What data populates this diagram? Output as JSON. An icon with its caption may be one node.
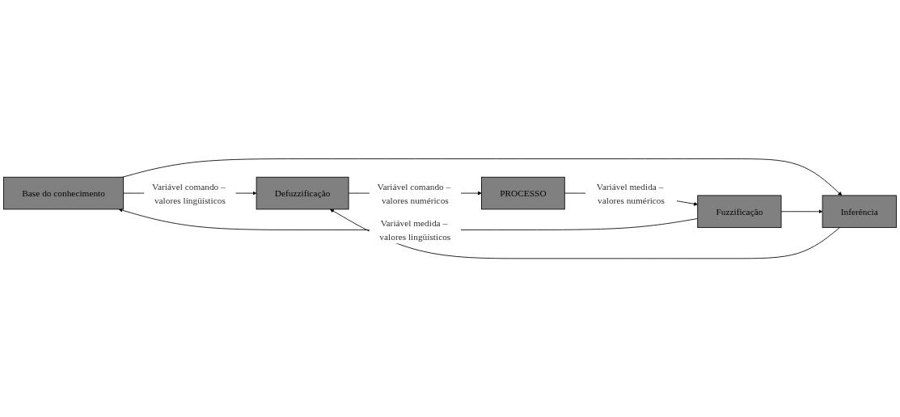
{
  "diagram": {
    "nodes": [
      {
        "text": [
          "Base do conhecimento"
        ]
      },
      {
        "text": [
          "Fuzzificação"
        ]
      },
      {
        "text": [
          "Inferência"
        ]
      },
      {
        "text": [
          "Defuzzificação"
        ]
      },
      {
        "text": [
          "PROCESSO"
        ]
      }
    ],
    "edges": [
      {
        "from": 1,
        "to": 0,
        "arrow": "to",
        "label": "Variável medida – valores lingüísticos"
      },
      {
        "from": 0,
        "to": 3,
        "arrow": "to",
        "label": "Variável comando – valores lingüísticos"
      },
      {
        "from": 0,
        "to": 2,
        "arrow": "to"
      },
      {
        "from": 1,
        "to": 2,
        "arrow": "to"
      },
      {
        "from": 2,
        "to": 3,
        "arrow": "to"
      },
      {
        "from": 3,
        "to": 4,
        "arrow": "to",
        "label": "Variável comando – valores numéricos"
      },
      {
        "from": 4,
        "to": 1,
        "arrow": "to",
        "label": "Variável medida – valores numéricos"
      }
    ]
  }
}
